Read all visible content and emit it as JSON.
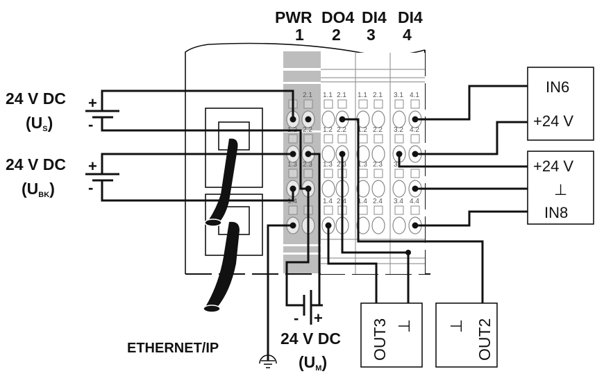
{
  "modules": [
    {
      "type": "PWR",
      "slot": "1"
    },
    {
      "type": "DO4",
      "slot": "2"
    },
    {
      "type": "DI4",
      "slot": "3"
    },
    {
      "type": "DI4",
      "slot": "4"
    }
  ],
  "supplies": {
    "us": {
      "voltage": "24 V DC",
      "label": "U",
      "sub": "S",
      "plus": "+",
      "minus": "-"
    },
    "ubk": {
      "voltage": "24 V DC",
      "label": "U",
      "sub": "BK",
      "plus": "+",
      "minus": "-"
    },
    "um": {
      "voltage": "24 V DC",
      "label": "U",
      "sub": "M",
      "plus": "+",
      "minus": "-"
    }
  },
  "terminals": {
    "pwr": [
      "2.1",
      "1.2",
      "2.2",
      "1.3",
      "2.3",
      "1.4"
    ],
    "do4": [
      "1.1",
      "2.1",
      "1.2",
      "2.2",
      "1.3",
      "2.3",
      "1.4",
      "2.4"
    ],
    "di4a": [
      "1.1",
      "2.1",
      "1.2",
      "2.2",
      "1.3",
      "2.3",
      "1.4",
      "2.4"
    ],
    "di4b": [
      "3.1",
      "4.1",
      "3.2",
      "4.2",
      "3",
      "",
      "3.4",
      "4.4"
    ]
  },
  "devices": {
    "sensor1": {
      "line1": "IN6",
      "line2": "+24 V"
    },
    "sensor2": {
      "line1": "+24 V",
      "line2": "⊥",
      "line3": "IN8"
    },
    "actuator1": {
      "label": "OUT3",
      "ground": "⊥"
    },
    "actuator2": {
      "label": "OUT2",
      "ground": "⊥"
    }
  },
  "network": {
    "label": "ETHERNET/IP"
  },
  "icons": {
    "ground": "protective-earth-icon"
  }
}
